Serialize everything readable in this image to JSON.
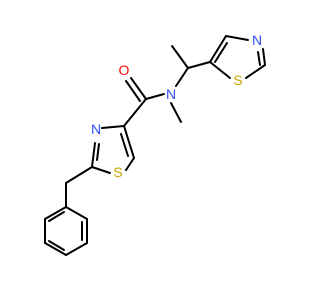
{
  "molecule": {
    "atoms": {
      "o_carbonyl": {
        "symbol": "O",
        "color": "#ff0d0d"
      },
      "n_amide": {
        "symbol": "N",
        "color": "#3050f8"
      },
      "n_thiazole_left": {
        "symbol": "N",
        "color": "#3050f8"
      },
      "s_thiazole_left": {
        "symbol": "S",
        "color": "#c8a400"
      },
      "n_thiazole_right": {
        "symbol": "N",
        "color": "#3050f8"
      },
      "s_thiazole_right": {
        "symbol": "S",
        "color": "#c8a400"
      }
    },
    "bond_color": "#000000"
  }
}
